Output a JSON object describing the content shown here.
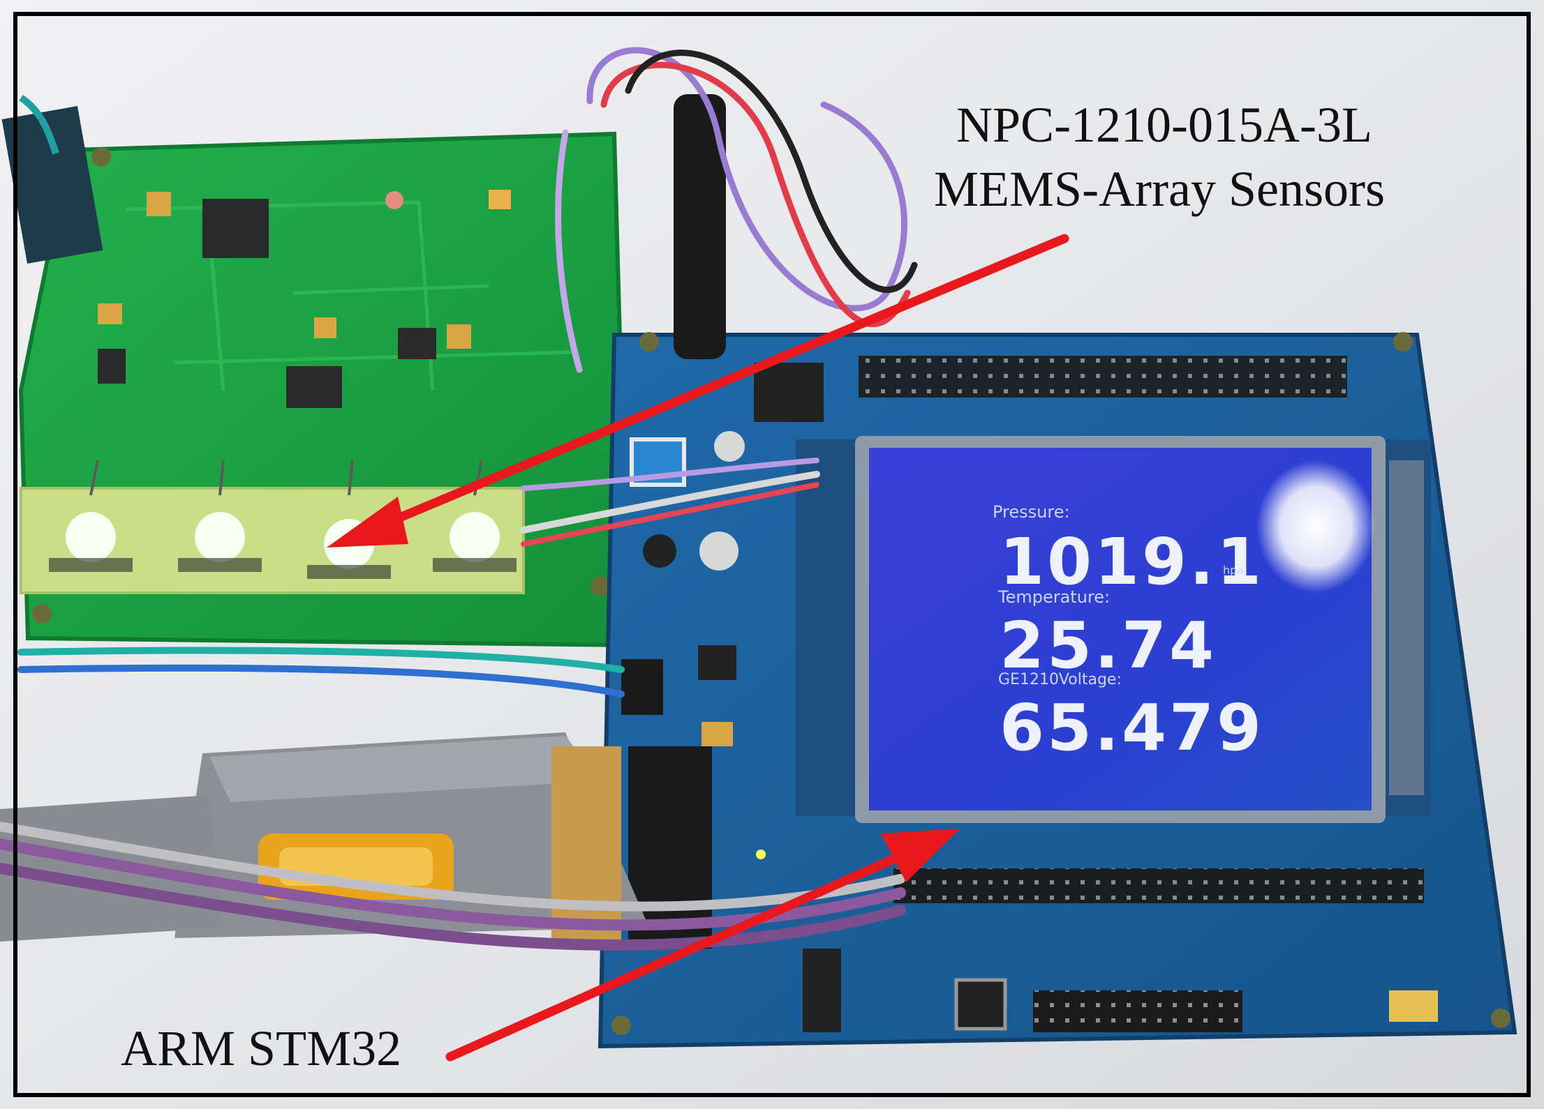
{
  "annotations": {
    "sensor_label_line1": "NPC-1210-015A-3L",
    "sensor_label_line2": "MEMS-Array Sensors",
    "arm_label": "ARM STM32"
  },
  "lcd_display": {
    "pressure_label": "Pressure:",
    "pressure_value": "1019.1",
    "pressure_unit": "hpa",
    "temperature_label": "Temperature:",
    "temperature_value": "25.74",
    "voltage_label": "GE1210Voltage:",
    "voltage_value": "65.479"
  },
  "colors": {
    "arrow": "#e8181c",
    "sensor_board": "#1aa243",
    "main_board": "#1b5f9a",
    "lcd_screen": "#2b3fd2"
  }
}
